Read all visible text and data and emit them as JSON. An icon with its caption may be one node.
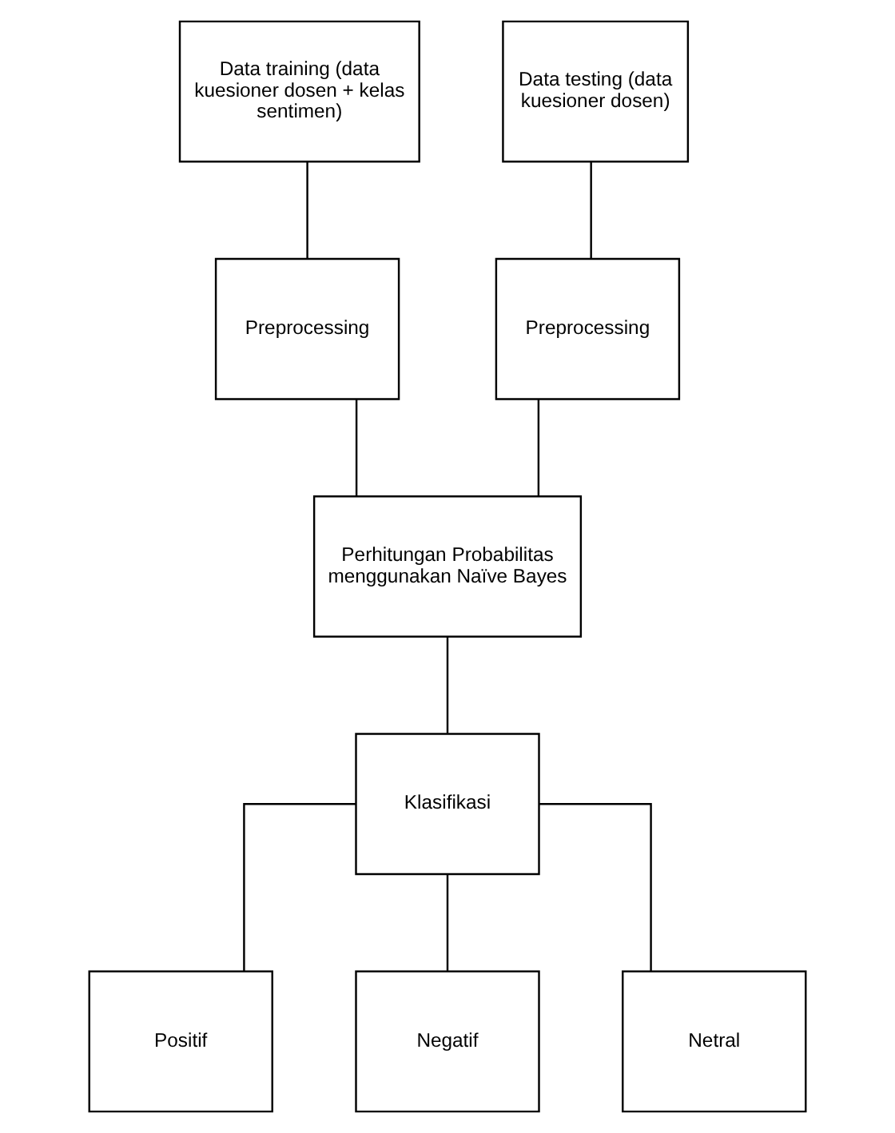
{
  "diagram": {
    "nodes": [
      {
        "text": [
          "Data training (data kuesioner dosen + kelas sentimen)"
        ]
      },
      {
        "text": [
          "Data testing (data kuesioner dosen)"
        ]
      },
      {
        "text": [
          "Preprocessing"
        ]
      },
      {
        "text": [
          "Preprocessing"
        ]
      },
      {
        "text": [
          "Perhitungan Probabilitas menggunakan Naïve Bayes"
        ]
      },
      {
        "text": [
          "Klasifikasi"
        ]
      },
      {
        "text": [
          "Positif"
        ]
      },
      {
        "text": [
          "Negatif"
        ]
      },
      {
        "text": [
          "Netral"
        ]
      }
    ],
    "edges": [
      {
        "from": 0,
        "to": 2,
        "arrow": "none"
      },
      {
        "from": 1,
        "to": 3,
        "arrow": "none"
      },
      {
        "from": 2,
        "to": 4,
        "arrow": "none"
      },
      {
        "from": 3,
        "to": 4,
        "arrow": "none"
      },
      {
        "from": 4,
        "to": 5,
        "arrow": "none"
      },
      {
        "from": 5,
        "to": 6,
        "arrow": "none"
      },
      {
        "from": 5,
        "to": 7,
        "arrow": "none"
      },
      {
        "from": 5,
        "to": 8,
        "arrow": "none"
      }
    ]
  }
}
